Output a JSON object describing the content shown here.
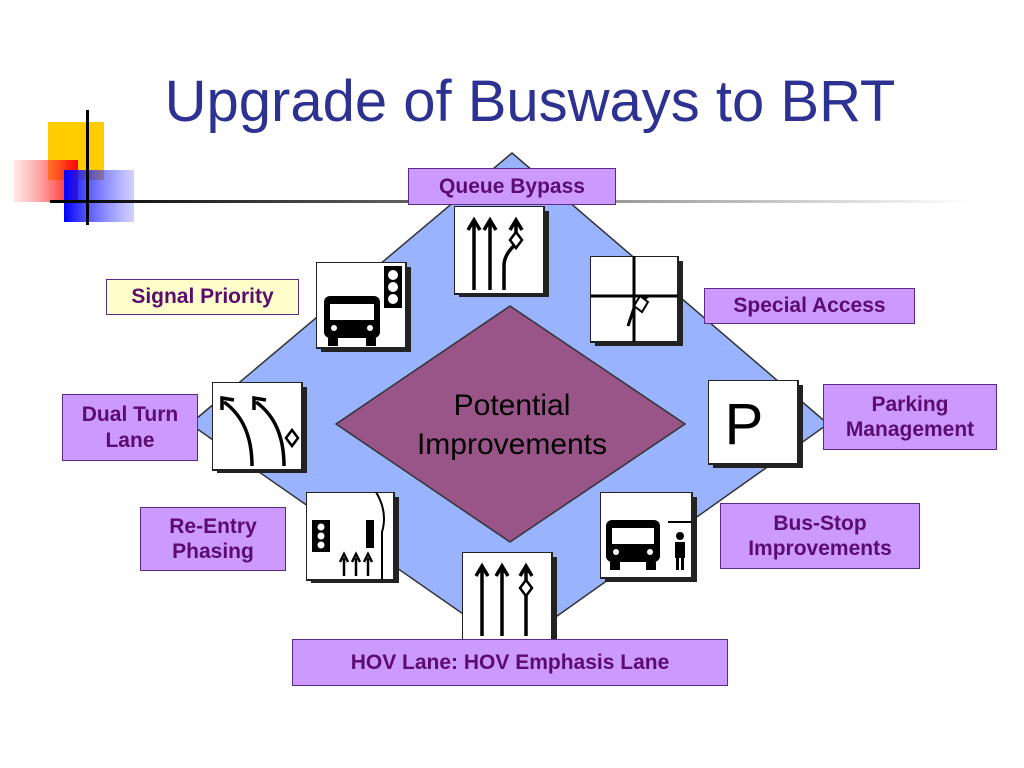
{
  "title": "Upgrade of Busways to BRT",
  "center": {
    "text": "Potential\nImprovements"
  },
  "labels": {
    "queue_bypass": "Queue Bypass",
    "signal_priority": "Signal Priority",
    "special_access": "Special Access",
    "dual_turn_lane": "Dual Turn\nLane",
    "parking_management": "Parking\nManagement",
    "re_entry_phasing": "Re-Entry\nPhasing",
    "bus_stop_improvements": "Bus-Stop\nImprovements",
    "hov_lane": "HOV Lane: HOV Emphasis Lane"
  },
  "icons": {
    "parking_letter": "P"
  },
  "colors": {
    "title": "#2d3192",
    "outer_diamond": "#99b3ff",
    "inner_diamond": "#995588",
    "label_fill": "#cc99ff",
    "label_highlight": "#ffffcc",
    "label_text": "#5c0b6e"
  }
}
